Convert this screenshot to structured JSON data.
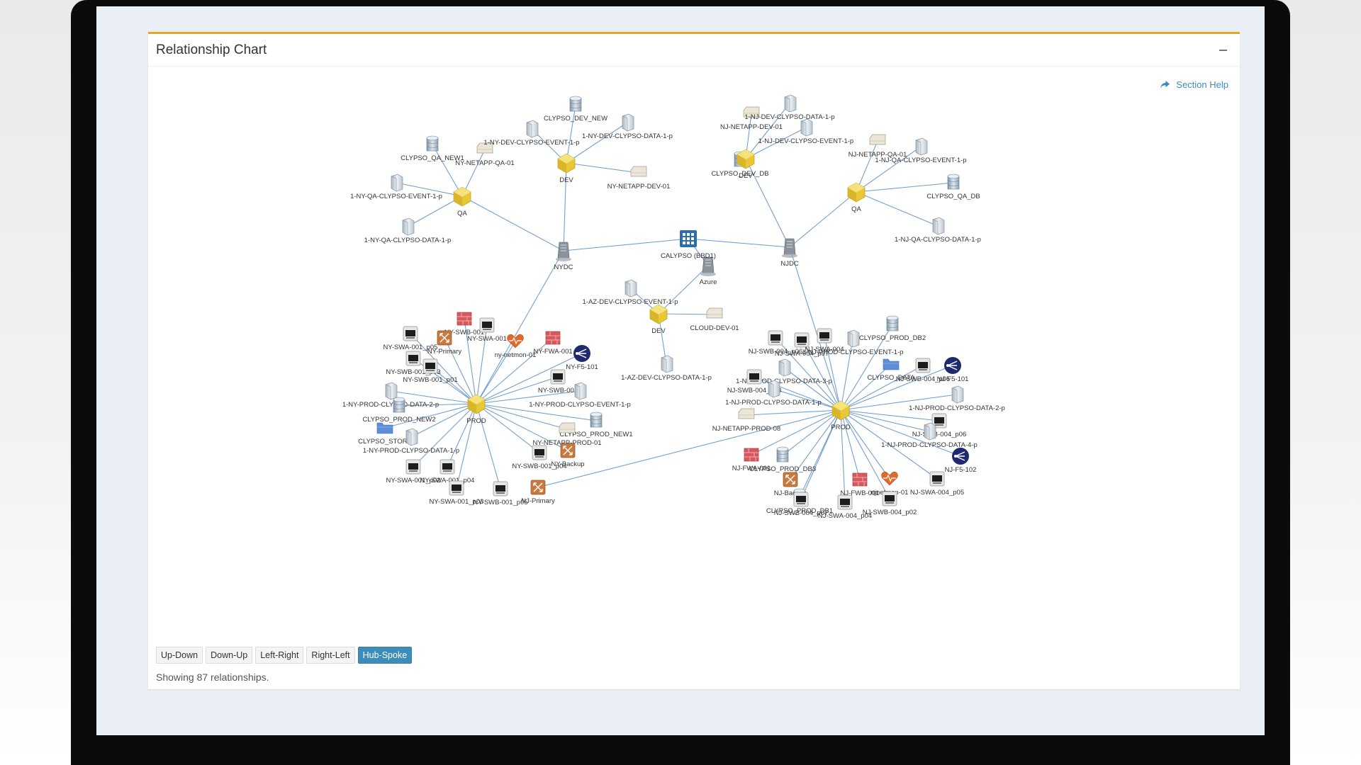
{
  "panel": {
    "title": "Relationship Chart",
    "help_label": "Section Help",
    "status": "Showing 87 relationships."
  },
  "layout_buttons": [
    {
      "label": "Up-Down",
      "active": false
    },
    {
      "label": "Down-Up",
      "active": false
    },
    {
      "label": "Left-Right",
      "active": false
    },
    {
      "label": "Right-Left",
      "active": false
    },
    {
      "label": "Hub-Spoke",
      "active": true
    }
  ],
  "colors": {
    "accent_border": "#e8a628",
    "active_button": "#3c8dbc",
    "edge": "#5b8fc7",
    "hub": "#e9c838"
  },
  "graph": {
    "root": {
      "label": "CALYPSO (BBD1)",
      "icon": "grid-app-icon"
    },
    "sites": [
      {
        "label": "NYDC",
        "icon": "server-tower-icon"
      },
      {
        "label": "NJDC",
        "icon": "server-tower-icon"
      },
      {
        "label": "Azure",
        "icon": "server-tower-icon"
      }
    ],
    "hubs": [
      {
        "label": "QA"
      },
      {
        "label": "DEV"
      },
      {
        "label": "PROD"
      },
      {
        "label": "DEV"
      },
      {
        "label": "QA"
      },
      {
        "label": "PROD"
      },
      {
        "label": "DEV"
      }
    ],
    "leaves": [
      {
        "label": "CLYPSO_QA_NEW1",
        "icon": "database-icon"
      },
      {
        "label": "NY-NETAPP-QA-01",
        "icon": "storage-icon"
      },
      {
        "label": "1-NY-QA-CLYPSO-EVENT-1-p",
        "icon": "server-icon"
      },
      {
        "label": "1-NY-QA-CLYPSO-DATA-1-p",
        "icon": "server-icon"
      },
      {
        "label": "CLYPSO_DEV_NEW",
        "icon": "database-icon"
      },
      {
        "label": "1-NY-DEV-CLYPSO-EVENT-1-p",
        "icon": "server-icon"
      },
      {
        "label": "1-NY-DEV-CLYPSO-DATA-1-p",
        "icon": "server-icon"
      },
      {
        "label": "NY-NETAPP-DEV-01",
        "icon": "storage-icon"
      },
      {
        "label": "NJ-NETAPP-DEV-01",
        "icon": "storage-icon"
      },
      {
        "label": "1-NJ-DEV-CLYPSO-DATA-1-p",
        "icon": "server-icon"
      },
      {
        "label": "1-NJ-DEV-CLYPSO-EVENT-1-p",
        "icon": "server-icon"
      },
      {
        "label": "CLYPSO_DEV_DB",
        "icon": "database-icon"
      },
      {
        "label": "NJ-NETAPP-QA-01",
        "icon": "storage-icon"
      },
      {
        "label": "1-NJ-QA-CLYPSO-EVENT-1-p",
        "icon": "server-icon"
      },
      {
        "label": "CLYPSO_QA_DB",
        "icon": "database-icon"
      },
      {
        "label": "1-NJ-QA-CLYPSO-DATA-1-p",
        "icon": "server-icon"
      },
      {
        "label": "1-AZ-DEV-CLYPSO-EVENT-1-p",
        "icon": "server-icon"
      },
      {
        "label": "CLOUD-DEV-01",
        "icon": "storage-icon"
      },
      {
        "label": "1-AZ-DEV-CLYPSO-DATA-1-p",
        "icon": "server-icon"
      },
      {
        "label": "NY-SWB-001",
        "icon": "firewall-icon"
      },
      {
        "label": "NY-SWA-001",
        "icon": "switch-icon"
      },
      {
        "label": "NY-SWA-001_p05",
        "icon": "switch-icon"
      },
      {
        "label": "NY-Primary",
        "icon": "router-icon"
      },
      {
        "label": "ny-netmon-01",
        "icon": "heart-monitor-icon"
      },
      {
        "label": "NY-FWA-001",
        "icon": "firewall-icon"
      },
      {
        "label": "NY-F5-101",
        "icon": "load-balancer-icon"
      },
      {
        "label": "NY-SWB-001_p03",
        "icon": "switch-icon"
      },
      {
        "label": "NY-SWB-001_p01",
        "icon": "switch-icon"
      },
      {
        "label": "NY-SWB-001",
        "icon": "switch-icon"
      },
      {
        "label": "1-NY-PROD-CLYPSO-EVENT-1-p",
        "icon": "server-icon"
      },
      {
        "label": "1-NY-PROD-CLYPSO-DATA-2-p",
        "icon": "server-icon"
      },
      {
        "label": "CLYPSO_PROD_NEW2",
        "icon": "database-icon"
      },
      {
        "label": "CLYPSO_STORE",
        "icon": "folder-icon"
      },
      {
        "label": "1-NY-PROD-CLYPSO-DATA-1-p",
        "icon": "server-icon"
      },
      {
        "label": "CLYPSO_PROD_NEW1",
        "icon": "database-icon"
      },
      {
        "label": "NY-NETAPP-PROD-01",
        "icon": "storage-icon"
      },
      {
        "label": "NY-Backup",
        "icon": "router-icon"
      },
      {
        "label": "NY-SWB-001_p04",
        "icon": "switch-icon"
      },
      {
        "label": "NY-SWA-001_p02",
        "icon": "switch-icon"
      },
      {
        "label": "NY-SWA-001_p04",
        "icon": "switch-icon"
      },
      {
        "label": "NY-SWA-001_p03",
        "icon": "switch-icon"
      },
      {
        "label": "NY-SWB-001_p05",
        "icon": "switch-icon"
      },
      {
        "label": "NJ-Primary",
        "icon": "router-icon"
      },
      {
        "label": "NJ-SWB-004_p06",
        "icon": "switch-icon"
      },
      {
        "label": "NJ-SWA-004_p07",
        "icon": "switch-icon"
      },
      {
        "label": "NJ-SWA-004",
        "icon": "switch-icon"
      },
      {
        "label": "1-NJ-PROD-CLYPSO-EVENT-1-p",
        "icon": "server-icon"
      },
      {
        "label": "CLYPSO_PROD_DB2",
        "icon": "database-icon"
      },
      {
        "label": "NJ-SWB-004_p05",
        "icon": "switch-icon"
      },
      {
        "label": "CLYPSO_DATA",
        "icon": "folder-icon"
      },
      {
        "label": "NJ-F5-101",
        "icon": "load-balancer-icon"
      },
      {
        "label": "1-NJ-PROD-CLYPSO-DATA-3-p",
        "icon": "server-icon"
      },
      {
        "label": "NJ-SWB-004_p03",
        "icon": "switch-icon"
      },
      {
        "label": "1-NJ-PROD-CLYPSO-DATA-1-p",
        "icon": "server-icon"
      },
      {
        "label": "NJ-NETAPP-PROD-08",
        "icon": "storage-icon"
      },
      {
        "label": "1-NJ-PROD-CLYPSO-DATA-2-p",
        "icon": "server-icon"
      },
      {
        "label": "NJ-SWB-004_p06",
        "icon": "switch-icon"
      },
      {
        "label": "1-NJ-PROD-CLYPSO-DATA-4-p",
        "icon": "server-icon"
      },
      {
        "label": "NJ-F5-102",
        "icon": "load-balancer-icon"
      },
      {
        "label": "NJ-FWA-001",
        "icon": "firewall-icon"
      },
      {
        "label": "CLYPSO_PROD_DB3",
        "icon": "database-icon"
      },
      {
        "label": "NJ-Backup",
        "icon": "router-icon"
      },
      {
        "label": "NJ-FWB-001",
        "icon": "firewall-icon"
      },
      {
        "label": "CLYPSO_PROD_DB1",
        "icon": "database-icon"
      },
      {
        "label": "njnetmon-01",
        "icon": "heart-monitor-icon"
      },
      {
        "label": "NJ-SWA-004_p05",
        "icon": "switch-icon"
      },
      {
        "label": "NJ-SWB-004_p07",
        "icon": "switch-icon"
      },
      {
        "label": "NJ-SWA-004_p04",
        "icon": "switch-icon"
      },
      {
        "label": "NJ-SWB-004_p02",
        "icon": "switch-icon"
      }
    ]
  }
}
